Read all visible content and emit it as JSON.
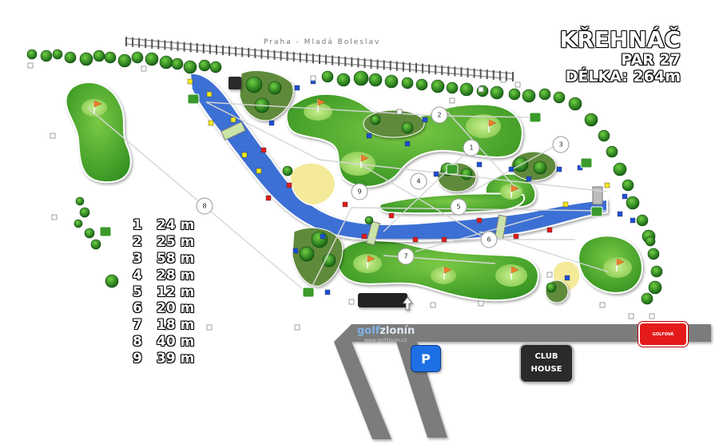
{
  "course": {
    "name": "KŘEHNÁČ",
    "par": "PAR 27",
    "length": "DÉLKA: 264m"
  },
  "railway_label": "Praha - Mladá Boleslav",
  "holes": [
    {
      "number": "1",
      "length": "24 m"
    },
    {
      "number": "2",
      "length": "25 m"
    },
    {
      "number": "3",
      "length": "58 m"
    },
    {
      "number": "4",
      "length": "28 m"
    },
    {
      "number": "5",
      "length": "12 m"
    },
    {
      "number": "6",
      "length": "20 m"
    },
    {
      "number": "7",
      "length": "18 m"
    },
    {
      "number": "8",
      "length": "40 m"
    },
    {
      "number": "9",
      "length": "39 m"
    }
  ],
  "facilities": {
    "parking": "P",
    "clubhouse_line1": "CLUB",
    "clubhouse_line2": "HOUSE",
    "golfshop": "GOLFOVÁ"
  },
  "brand": {
    "part1": "golf",
    "part2": "zlonín",
    "url": "www.golfzlonin.cz"
  },
  "colors": {
    "water": "#3c6fd4",
    "fairway": "#3fa52c",
    "green": "#9ed36a",
    "sand": "#f4ea9a",
    "road": "#7b7b7b",
    "flag": "#f07f2a",
    "tee_red": "#e21b1b",
    "tee_yellow": "#f5e81a",
    "tee_blue": "#1b4fd6"
  }
}
